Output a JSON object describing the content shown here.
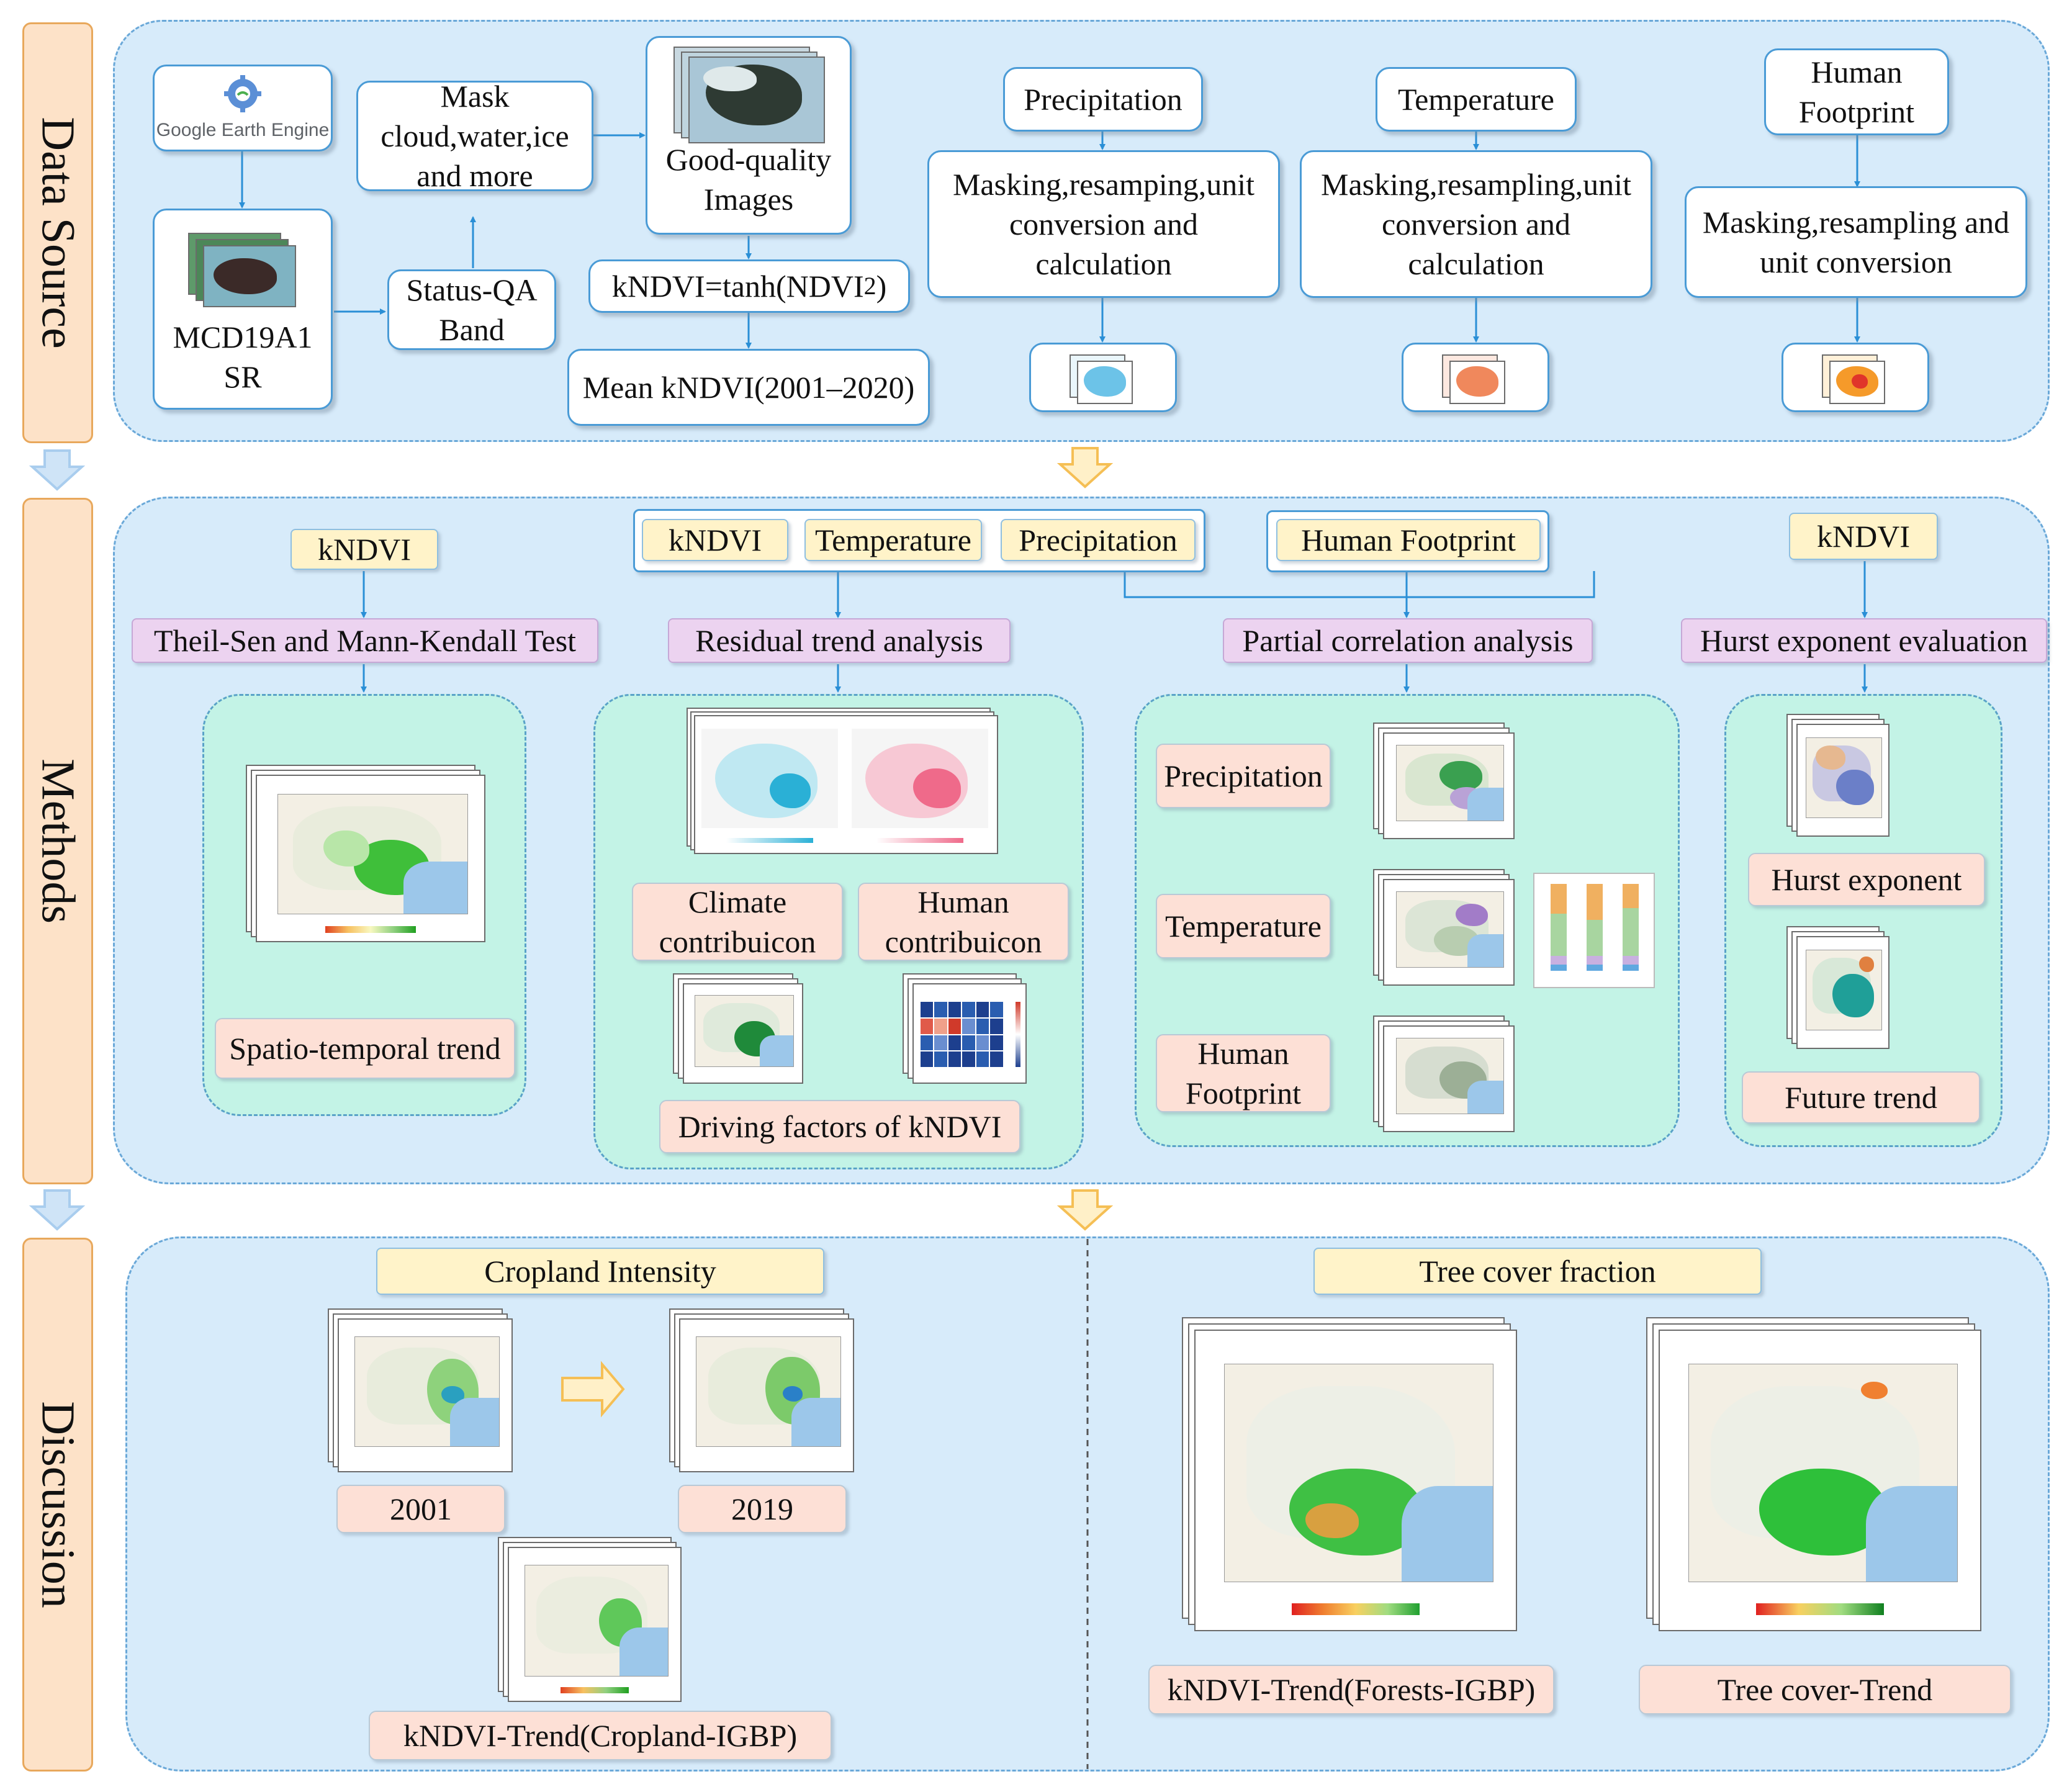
{
  "sections": {
    "data_source": "Data Source",
    "methods": "Methods",
    "discussion": "Discussion"
  },
  "data_source": {
    "gee_logo": "Google Earth Engine",
    "mcd19a1": "MCD19A1 SR",
    "mask": "Mask cloud,water,ice and more",
    "status_qa": "Status-QA Band",
    "good_quality": "Good-quality Images",
    "kndvi_formula_prefix": "kNDVI=tanh(NDVI",
    "kndvi_formula_exp": "2",
    "kndvi_formula_suffix": ")",
    "mean_kndvi": "Mean kNDVI(2001–2020)",
    "precipitation": "Precipitation",
    "precip_processing": "Masking,resamping,unit conversion and calculation",
    "temperature": "Temperature",
    "temp_processing": "Masking,resampling,unit conversion and calculation",
    "human_footprint": "Human Footprint",
    "hf_processing": "Masking,resampling and unit conversion"
  },
  "methods": {
    "kndvi_1": "kNDVI",
    "kndvi_2": "kNDVI",
    "temperature": "Temperature",
    "precipitation": "Precipitation",
    "human_footprint": "Human Footprint",
    "kndvi_3": "kNDVI",
    "theil_sen": "Theil-Sen and Mann-Kendall Test",
    "residual": "Residual trend analysis",
    "partial": "Partial correlation analysis",
    "hurst_eval": "Hurst exponent evaluation",
    "spatio_temporal": "Spatio-temporal trend",
    "climate_contrib": "Climate contribuicon",
    "human_contrib": "Human contribuicon",
    "driving_factors": "Driving factors of kNDVI",
    "pc_precip": "Precipitation",
    "pc_temp": "Temperature",
    "pc_hf": "Human Footprint",
    "hurst_exponent": "Hurst exponent",
    "future_trend": "Future trend"
  },
  "discussion": {
    "cropland_intensity": "Cropland Intensity",
    "tree_cover_fraction": "Tree cover fraction",
    "year_2001": "2001",
    "year_2019": "2019",
    "kndvi_trend_cropland": "kNDVI-Trend(Cropland-IGBP)",
    "kndvi_trend_forests": "kNDVI-Trend(Forests-IGBP)",
    "tree_cover_trend": "Tree cover-Trend"
  },
  "colors": {
    "panel_fill": "#d7ebfa",
    "sub_panel_fill": "#c3f3e6",
    "box_border": "#4a9bd6",
    "side_label_fill": "#fde2c8",
    "tag_fill": "#fff3c9",
    "method_fill": "#ecd3f0",
    "result_fill": "#fde0d6",
    "arrow": "#2a8fd6",
    "flow_arrow_orange": "#f5bf55",
    "flow_arrow_blue": "#a9cdee"
  }
}
